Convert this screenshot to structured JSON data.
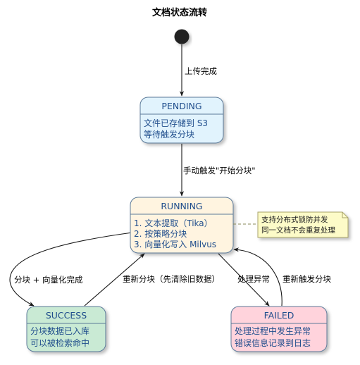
{
  "title": "文档状态流转",
  "colors": {
    "pending": "#e1f3fd",
    "running": "#fff4e0",
    "success": "#c9ead4",
    "failed": "#ffd3dc",
    "note": "#fdfbc8",
    "state_border": "#5b7a99",
    "text_blue": "#1f4d8c"
  },
  "states": {
    "pending": {
      "name": "PENDING",
      "lines": [
        "文件已存储到 S3",
        "等待触发分块"
      ]
    },
    "running": {
      "name": "RUNNING",
      "lines": [
        "1. 文本提取（Tika）",
        "2. 按策略分块",
        "3. 向量化写入 Milvus"
      ]
    },
    "success": {
      "name": "SUCCESS",
      "lines": [
        "分块数据已入库",
        "可以被检索命中"
      ]
    },
    "failed": {
      "name": "FAILED",
      "lines": [
        "处理过程中发生异常",
        "错误信息记录到日志"
      ]
    }
  },
  "transitions": {
    "start_pending": "上传完成",
    "pending_running": "手动触发\"开始分块\"",
    "running_success": "分块 + 向量化完成",
    "success_running": "重新分块（先清除旧数据）",
    "running_failed": "处理异常",
    "failed_running": "重新触发分块"
  },
  "note": {
    "lines": [
      "支持分布式锁防并发",
      "同一文档不会重复处理"
    ]
  }
}
